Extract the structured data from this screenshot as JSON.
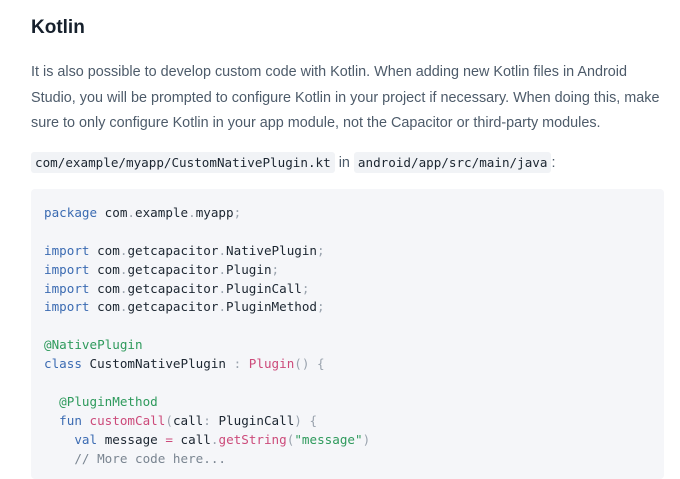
{
  "section": {
    "heading": "Kotlin",
    "paragraph": "It is also possible to develop custom code with Kotlin. When adding new Kotlin files in Android Studio, you will be prompted to configure Kotlin in your project if necessary. When doing this, make sure to only configure Kotlin in your app module, not the Capacitor or third-party modules.",
    "file_path": "com/example/myapp/CustomNativePlugin.kt",
    "in_word": "in",
    "dir_path": "android/app/src/main/java",
    "colon": ":"
  },
  "code": {
    "l1": {
      "kw": "package",
      "a": "com",
      "b": "example",
      "c": "myapp"
    },
    "imports": [
      {
        "kw": "import",
        "a": "com",
        "b": "getcapacitor",
        "c": "NativePlugin"
      },
      {
        "kw": "import",
        "a": "com",
        "b": "getcapacitor",
        "c": "Plugin"
      },
      {
        "kw": "import",
        "a": "com",
        "b": "getcapacitor",
        "c": "PluginCall"
      },
      {
        "kw": "import",
        "a": "com",
        "b": "getcapacitor",
        "c": "PluginMethod"
      }
    ],
    "annotation_class": "@NativePlugin",
    "class_kw": "class",
    "class_name": "CustomNativePlugin",
    "superclass": "Plugin",
    "annotation_method": "@PluginMethod",
    "fun_kw": "fun",
    "method_name": "customCall",
    "param_name": "call",
    "param_type": "PluginCall",
    "val_kw": "val",
    "var_name": "message",
    "call_obj": "call",
    "call_method": "getString",
    "string_arg": "\"message\"",
    "comment": "// More code here..."
  },
  "colors": {
    "keyword": "#3b6bb2",
    "annotation": "#2e9a5c",
    "function": "#cc4a7a",
    "code_background": "#f5f6f9"
  }
}
